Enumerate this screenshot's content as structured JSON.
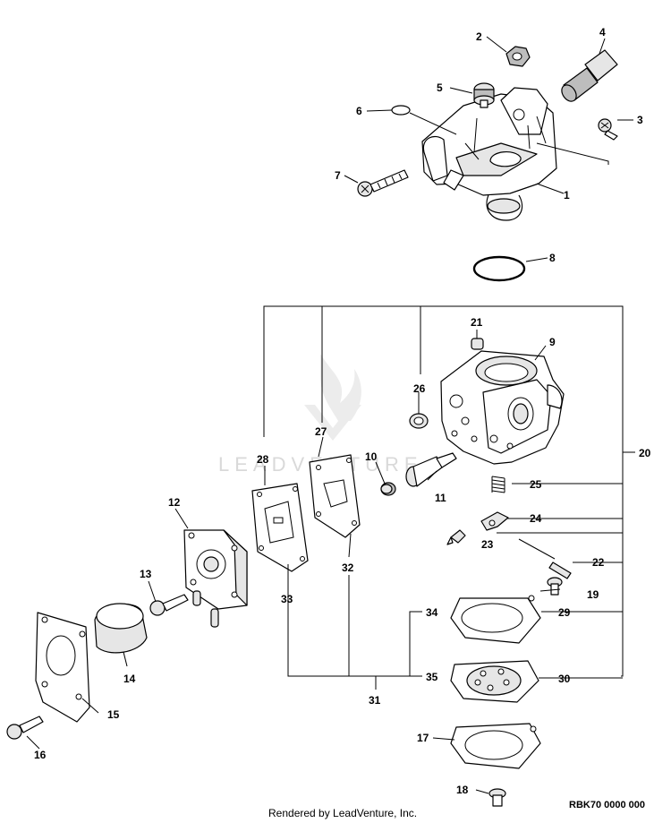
{
  "labels": {
    "p1": "1",
    "p2": "2",
    "p3": "3",
    "p4": "4",
    "p5": "5",
    "p6": "6",
    "p7": "7",
    "p8": "8",
    "p9": "9",
    "p10": "10",
    "p11": "11",
    "p12": "12",
    "p13": "13",
    "p14": "14",
    "p15": "15",
    "p16": "16",
    "p17": "17",
    "p18": "18",
    "p19": "19",
    "p20": "20",
    "p21": "21",
    "p22": "22",
    "p23": "23",
    "p24": "24",
    "p25": "25",
    "p26": "26",
    "p27": "27",
    "p28": "28",
    "p29": "29",
    "p30": "30",
    "p31": "31",
    "p32": "32",
    "p33": "33",
    "p34": "34",
    "p35": "35"
  },
  "watermark": "LEADVENTURE",
  "footer": {
    "credit": "Rendered by LeadVenture, Inc.",
    "code": "RBK70 0000 000"
  },
  "colors": {
    "line": "#000000",
    "watermark": "#d9d9d9",
    "background": "#ffffff"
  }
}
